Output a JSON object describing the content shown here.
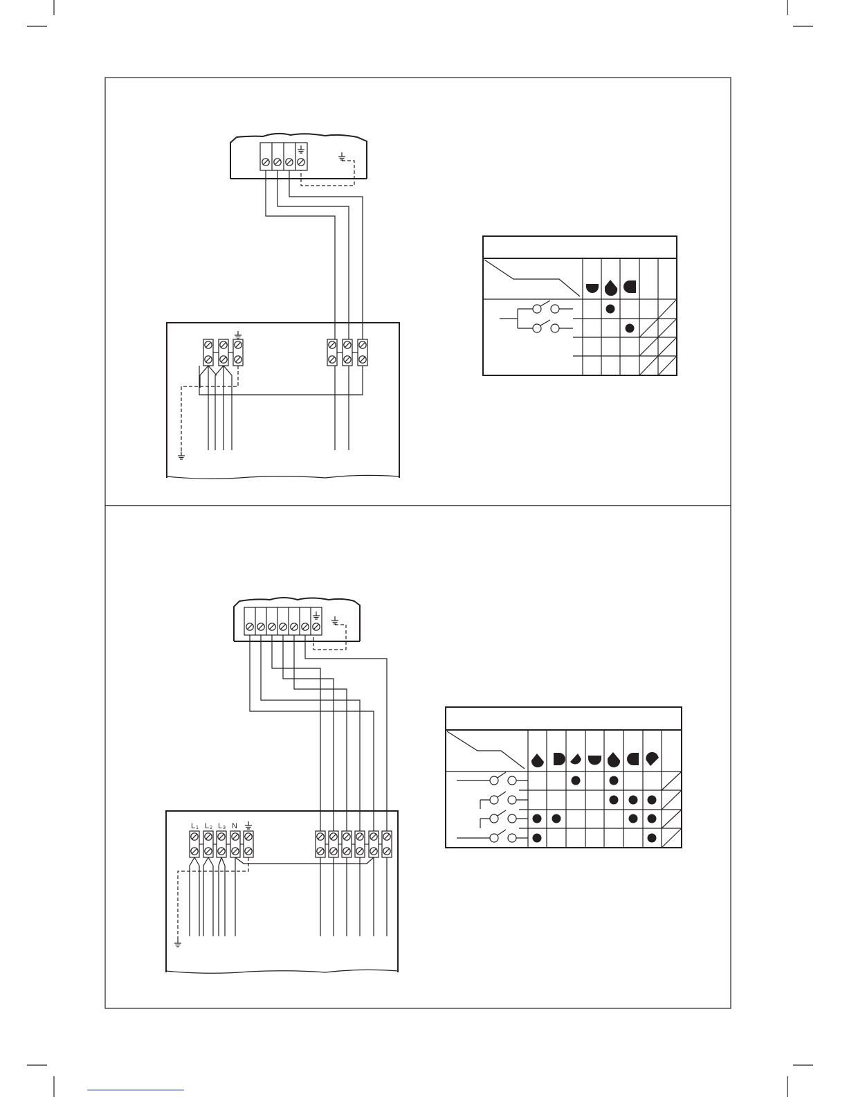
{
  "colors": {
    "ink": "#231f20",
    "page": "#ffffff",
    "footer_rule": "#3b5bdb"
  },
  "terminal_labels": {
    "l1": "L",
    "l1_sub": "1",
    "l2": "L",
    "l2_sub": "2",
    "l3": "L",
    "l3_sub": "3",
    "n": "N"
  },
  "icons": [
    "ground-icon",
    "screw-terminal-icon",
    "switch-contact-icon",
    "cam-position-icon",
    "dot-marker-icon"
  ],
  "switch_table_1": {
    "positions": 5,
    "switch_rows": 4,
    "dots": [
      [
        0,
        1
      ],
      [
        1,
        2
      ]
    ],
    "hatched_cols": [
      3,
      4
    ]
  },
  "switch_table_2": {
    "positions": 8,
    "switch_rows": 4,
    "dots": [
      [
        0,
        2
      ],
      [
        0,
        4
      ],
      [
        1,
        4
      ],
      [
        1,
        5
      ],
      [
        1,
        6
      ],
      [
        2,
        0
      ],
      [
        2,
        1
      ],
      [
        2,
        5
      ],
      [
        2,
        6
      ],
      [
        3,
        0
      ],
      [
        3,
        6
      ]
    ],
    "hatched_cols": [
      7
    ]
  }
}
